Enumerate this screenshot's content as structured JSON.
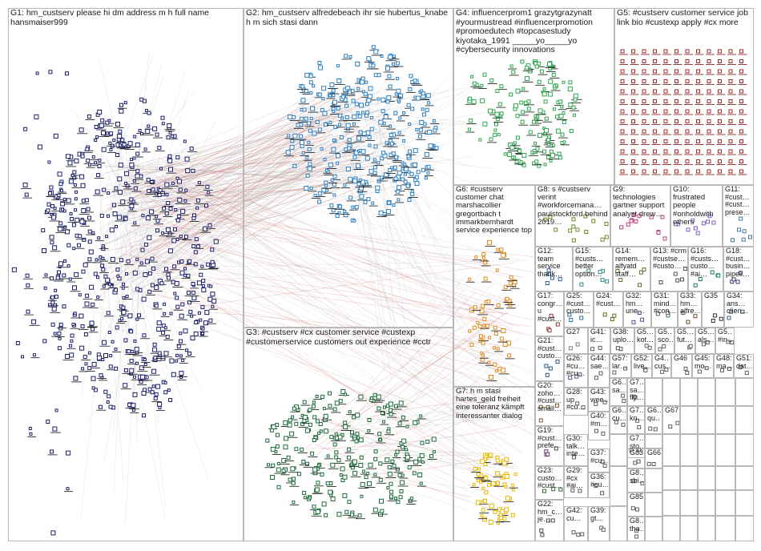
{
  "groups": [
    {
      "id": "G1",
      "label": "G1: hm_custserv please hi dm address m h full name hansmaiser999",
      "color": "#1b1f6b"
    },
    {
      "id": "G2",
      "label": "G2: hm_custserv alfredebeach ihr sie hubertus_knabe h m sich stasi dann",
      "color": "#2c7fc0"
    },
    {
      "id": "G3",
      "label": "G3: #custserv #cx customer service #custexp #customerservice customers out experience #cctr",
      "color": "#1e6b3a"
    },
    {
      "id": "G4",
      "label": "G4: influencerprom1 grazytgrazynatt #yourmustread #influencerpromotion #promoedutech #topcasestudy kiyotaka_1991 _____yo_____yo #cybersecurity innovations",
      "color": "#2fa84f"
    },
    {
      "id": "G5",
      "label": "G5: #custserv customer service job link bio #custexp apply #cx more",
      "color": "#a52a2a"
    },
    {
      "id": "G6",
      "label": "G6: #custserv customer chat marshacollier gregortbach t immarkbernhardt service experience top",
      "color": "#e08a1e"
    },
    {
      "id": "G7",
      "label": "G7: h m stasi hartes_geld freiheit eine toleranz kämpft interessanter dialog",
      "color": "#e6b800"
    },
    {
      "id": "G8",
      "label": "G8: s #custserv verint #workforcemana… paulstockford behind 2019…",
      "color": "#6b8e23"
    },
    {
      "id": "G9",
      "label": "G9: technologies gartner support analyst drew…",
      "color": "#c04080"
    },
    {
      "id": "G10",
      "label": "G10: frustrated people #onholdwith others",
      "color": "#8060c0"
    },
    {
      "id": "G11",
      "label": "G11: #cust… #cust… prese…",
      "color": "#4a7a9a"
    },
    {
      "id": "G12",
      "label": "G12: team service thank…",
      "color": "#3060a0"
    },
    {
      "id": "G15",
      "label": "G15: #custs… better option…",
      "color": "#3a8a8a"
    },
    {
      "id": "G14",
      "label": "G14: remem… alfyatd staff…",
      "color": "#607030"
    },
    {
      "id": "G13",
      "label": "G13: #crm #custse… #custo…",
      "color": "#505050"
    },
    {
      "id": "G16",
      "label": "G16: #custs… custo… #ai…",
      "color": "#208060"
    },
    {
      "id": "G18",
      "label": "G18: #cust… busin… pipeli…",
      "color": "#404080"
    },
    {
      "id": "G17",
      "label": "G17: congr… u #cust…",
      "color": "#8a3a3a"
    },
    {
      "id": "G25",
      "label": "G25: #cust… custo…",
      "color": "#30709a"
    },
    {
      "id": "G24",
      "label": "G24: #cust…",
      "color": "#6a6a20"
    },
    {
      "id": "G32",
      "label": "G32: hm… une…",
      "color": "#505090"
    },
    {
      "id": "G31",
      "label": "G31: mind… #con…",
      "color": "#507050"
    },
    {
      "id": "G33",
      "label": "G33: hm… alfre…",
      "color": "#705030"
    },
    {
      "id": "G35",
      "label": "G35",
      "color": "#303030"
    },
    {
      "id": "G34",
      "label": "G34: ans… clien…",
      "color": "#406070"
    },
    {
      "id": "G21",
      "label": "G21: #cust… custo…",
      "color": "#2a5a8a"
    },
    {
      "id": "G27",
      "label": "G27",
      "color": "#808080"
    },
    {
      "id": "G41",
      "label": "G41: ic…",
      "color": "#606060"
    },
    {
      "id": "G38",
      "label": "G38: uplo…",
      "color": "#605060"
    },
    {
      "id": "G5b",
      "label": "G5… kot…",
      "color": "#606060"
    },
    {
      "id": "G5c",
      "label": "G5… sco…",
      "color": "#606060"
    },
    {
      "id": "G5d",
      "label": "G5… fut…",
      "color": "#606060"
    },
    {
      "id": "G5e",
      "label": "G5… als…",
      "color": "#606060"
    },
    {
      "id": "G5f",
      "label": "G5… #in…",
      "color": "#606060"
    },
    {
      "id": "G26",
      "label": "G26: #cu… #cu…",
      "color": "#5a5a8a"
    },
    {
      "id": "G44",
      "label": "G44: sae…",
      "color": "#606060"
    },
    {
      "id": "G57",
      "label": "G57: lar…",
      "color": "#606060"
    },
    {
      "id": "G52",
      "label": "G52: live…",
      "color": "#606060"
    },
    {
      "id": "G4x",
      "label": "G4… cus…",
      "color": "#606060"
    },
    {
      "id": "G46",
      "label": "G46",
      "color": "#606060"
    },
    {
      "id": "G45",
      "label": "G45: mo…",
      "color": "#606060"
    },
    {
      "id": "G48",
      "label": "G48: ma…",
      "color": "#606060"
    },
    {
      "id": "G51",
      "label": "G51: dat…",
      "color": "#606060"
    },
    {
      "id": "G20",
      "label": "G20: zoho… #cust… small…",
      "color": "#7a5a2a"
    },
    {
      "id": "G43",
      "label": "G43: wee…",
      "color": "#606060"
    },
    {
      "id": "G28",
      "label": "G28: up #cu…",
      "color": "#606060"
    },
    {
      "id": "G40",
      "label": "G40: #m…",
      "color": "#606060"
    },
    {
      "id": "G19",
      "label": "G19: #cust… prefe…",
      "color": "#6a3a6a"
    },
    {
      "id": "G30",
      "label": "G30: talk… inte…",
      "color": "#606060"
    },
    {
      "id": "G37",
      "label": "G37: #cu…",
      "color": "#606060"
    },
    {
      "id": "G23",
      "label": "G23: custo… #cust…",
      "color": "#3a6a3a"
    },
    {
      "id": "G29",
      "label": "G29: #cx #ai…",
      "color": "#606060"
    },
    {
      "id": "G36",
      "label": "G36: #cu…",
      "color": "#606060"
    },
    {
      "id": "G22",
      "label": "G22: hm_c… je…",
      "color": "#505050"
    },
    {
      "id": "G42",
      "label": "G42: cu…",
      "color": "#606060"
    },
    {
      "id": "G39",
      "label": "G39: gt…",
      "color": "#606060"
    },
    {
      "id": "G6a",
      "label": "G6… sa…",
      "color": "#606060"
    },
    {
      "id": "G7a",
      "label": "G7… sa… fly…",
      "color": "#606060"
    },
    {
      "id": "G7b",
      "label": "G7… kn…",
      "color": "#606060"
    },
    {
      "id": "G6b",
      "label": "G6… qu…",
      "color": "#606060"
    },
    {
      "id": "G6c",
      "label": "G6… cu…",
      "color": "#606060"
    },
    {
      "id": "G7c",
      "label": "G7… sto…",
      "color": "#606060"
    },
    {
      "id": "G83",
      "label": "G83",
      "color": "#606060"
    },
    {
      "id": "G66",
      "label": "G66",
      "color": "#606060"
    },
    {
      "id": "G67",
      "label": "G67",
      "color": "#606060"
    },
    {
      "id": "G8x",
      "label": "G8… sbi…",
      "color": "#606060"
    },
    {
      "id": "G85",
      "label": "G85",
      "color": "#606060"
    },
    {
      "id": "G8y",
      "label": "G8… tha…",
      "color": "#606060"
    }
  ]
}
